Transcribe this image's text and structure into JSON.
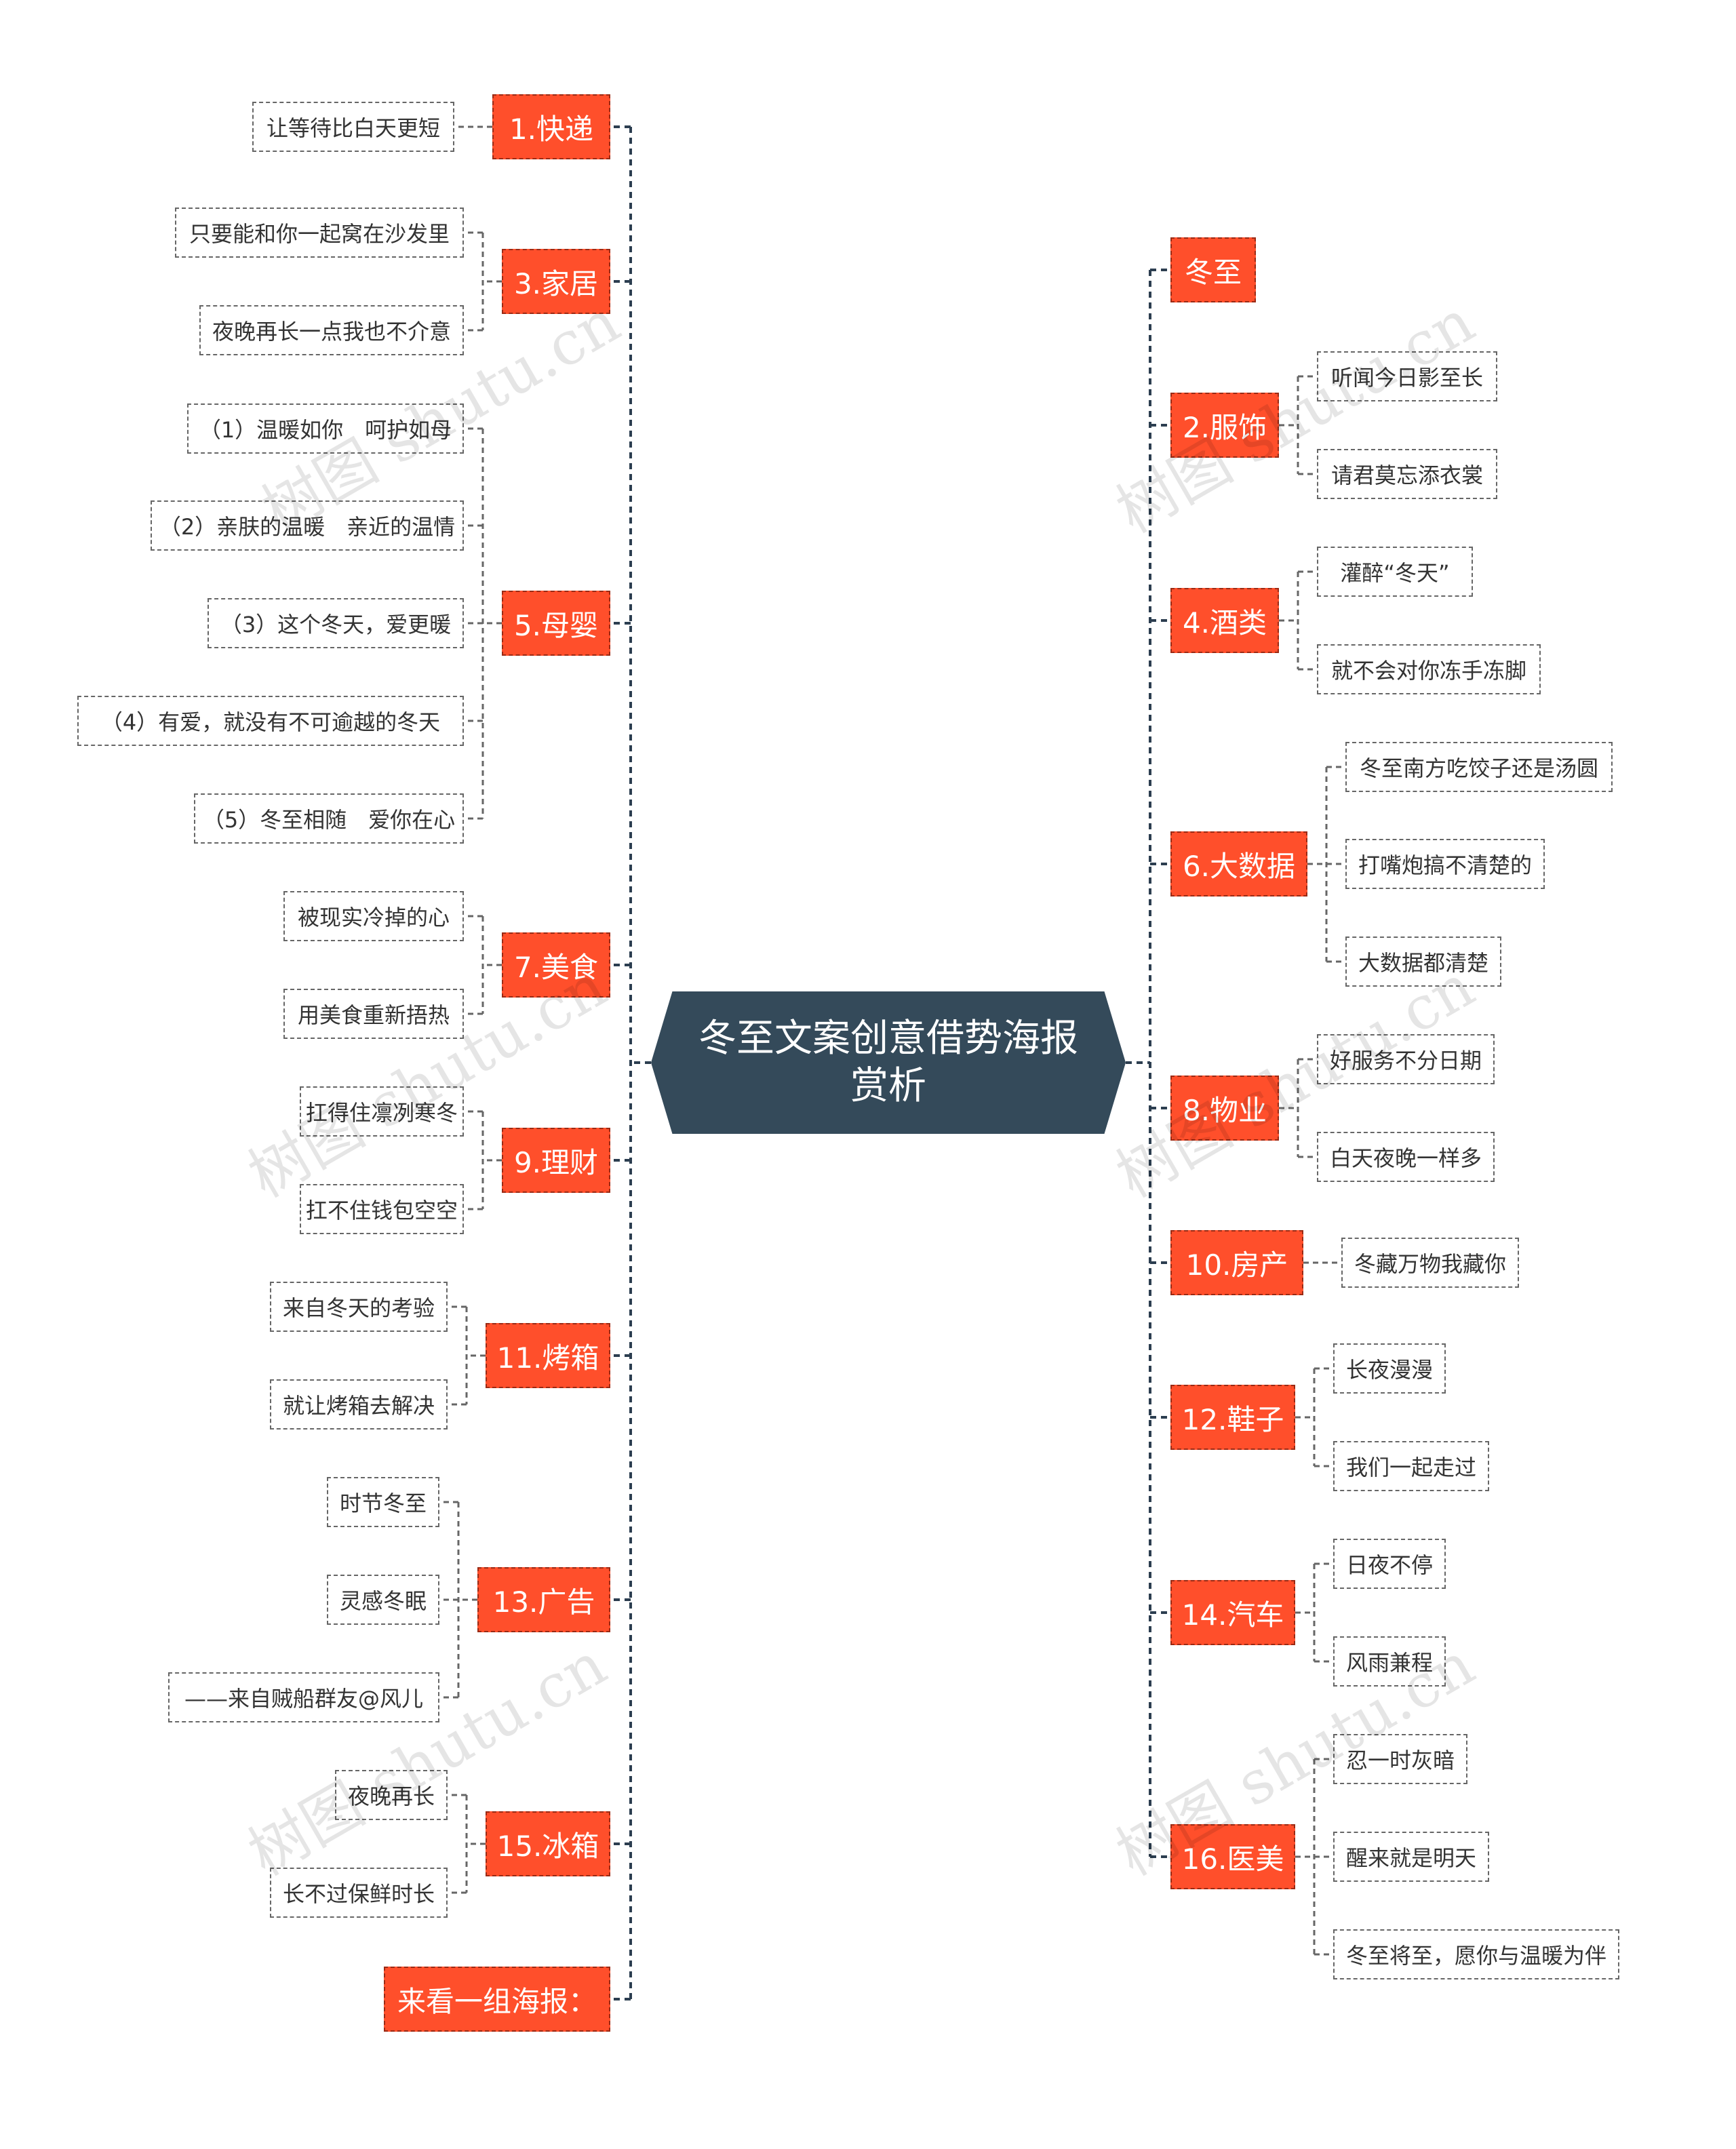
{
  "root": "冬至文案创意借势海报赏析",
  "left_branches": [
    {
      "label": "1.快递",
      "children": [
        "让等待比白天更短"
      ]
    },
    {
      "label": "3.家居",
      "children": [
        "只要能和你一起窝在沙发里",
        "夜晚再长一点我也不介意"
      ]
    },
    {
      "label": "5.母婴",
      "children": [
        "（1）温暖如你　呵护如母",
        "（2）亲肤的温暖　亲近的温情",
        "（3）这个冬天，爱更暖",
        "（4）有爱，就没有不可逾越的冬天",
        "（5）冬至相随　爱你在心"
      ]
    },
    {
      "label": "7.美食",
      "children": [
        "被现实冷掉的心",
        "用美食重新捂热"
      ]
    },
    {
      "label": "9.理财",
      "children": [
        "扛得住凛冽寒冬",
        "扛不住钱包空空"
      ]
    },
    {
      "label": "11.烤箱",
      "children": [
        "来自冬天的考验",
        "就让烤箱去解决"
      ]
    },
    {
      "label": "13.广告",
      "children": [
        "时节冬至",
        "灵感冬眠",
        "——来自贼船群友@风儿"
      ]
    },
    {
      "label": "15.冰箱",
      "children": [
        "夜晚再长",
        "长不过保鲜时长"
      ]
    },
    {
      "label": "来看一组海报：",
      "children": []
    }
  ],
  "right_branches": [
    {
      "label": "冬至",
      "children": []
    },
    {
      "label": "2.服饰",
      "children": [
        "听闻今日影至长",
        "请君莫忘添衣裳"
      ]
    },
    {
      "label": "4.酒类",
      "children": [
        "灌醉“冬天”",
        "就不会对你冻手冻脚"
      ]
    },
    {
      "label": "6.大数据",
      "children": [
        "冬至南方吃饺子还是汤圆",
        "打嘴炮搞不清楚的",
        "大数据都清楚"
      ]
    },
    {
      "label": "8.物业",
      "children": [
        "好服务不分日期",
        "白天夜晚一样多"
      ]
    },
    {
      "label": "10.房产",
      "children": [
        "冬藏万物我藏你"
      ]
    },
    {
      "label": "12.鞋子",
      "children": [
        "长夜漫漫",
        "我们一起走过"
      ]
    },
    {
      "label": "14.汽车",
      "children": [
        "日夜不停",
        "风雨兼程"
      ]
    },
    {
      "label": "16.医美",
      "children": [
        "忍一时灰暗",
        "醒来就是明天",
        "冬至将至，愿你与温暖为伴"
      ]
    }
  ],
  "watermark": "树图 shutu.cn",
  "colors": {
    "root": "#344a5a",
    "topic": "#ff4f2b",
    "leaf_border": "#666666",
    "line": "#2c3e50"
  }
}
